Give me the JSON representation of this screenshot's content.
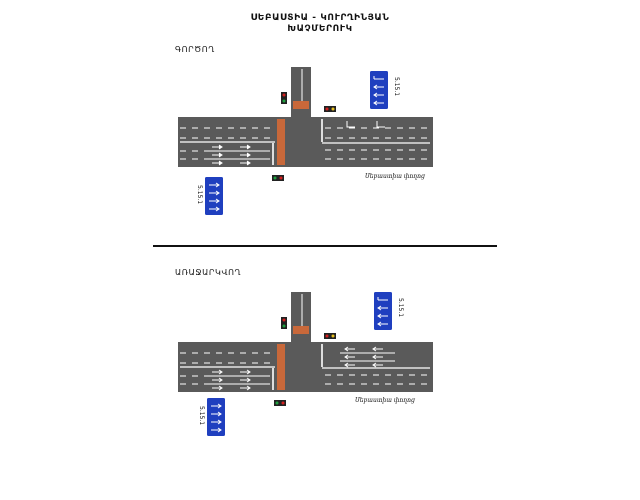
{
  "header": {
    "title_line1": "ՍԵԲԱՍՏԻԱ - ԿՈՒՐՂԻՆՅԱՆ",
    "title_line2": "ԽԱՉՄԵՐՈՒԿ"
  },
  "sections": [
    {
      "label": "ԳՈՐԾՈՂ",
      "street_label": "Սեբաստիա փողոց",
      "sign_code_top": "5.15.1",
      "sign_code_bottom": "5.15.1"
    },
    {
      "label": "ԱՌԱՋԱՐԿՎՈՂ",
      "street_label": "Սեբաստիա փողոց",
      "sign_code_top": "5.15.1",
      "sign_code_bottom": "5.15.1"
    }
  ],
  "colors": {
    "road": "#5a5a5a",
    "lane_marking": "#ffffff",
    "crosswalk": "#c8683a",
    "sign_blue": "#1f3fbf",
    "signal_red": "#d42020",
    "signal_yellow": "#e8c020",
    "signal_green": "#20a040"
  },
  "icons": [
    "traffic-light-icon",
    "lane-direction-sign-icon",
    "arrow-icon"
  ]
}
